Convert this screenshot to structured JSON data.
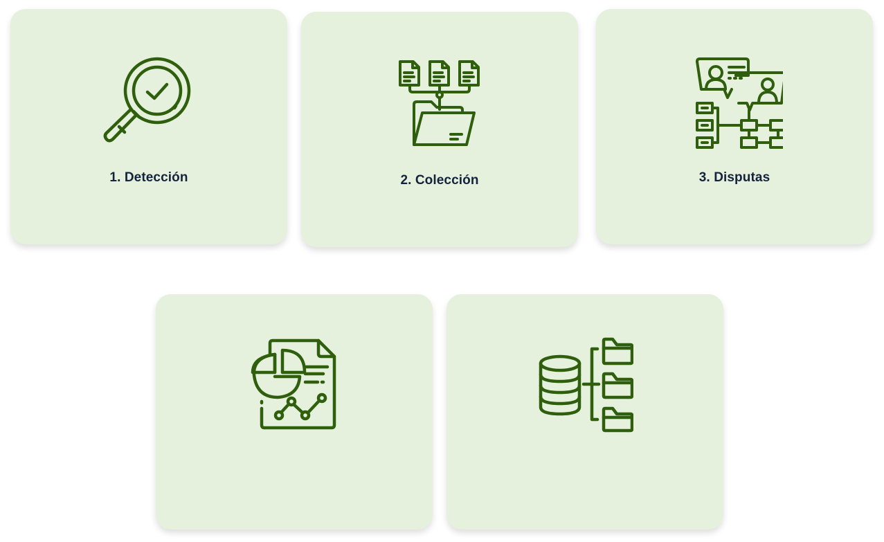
{
  "steps": [
    {
      "number": "1.",
      "title": "Detección",
      "label": "1. Detección",
      "icon": "magnifier-check-icon"
    },
    {
      "number": "2.",
      "title": "Colección",
      "label": "2. Colección",
      "icon": "documents-to-folder-icon"
    },
    {
      "number": "3.",
      "title": "Disputas",
      "label": "3. Disputas",
      "icon": "profiles-hierarchy-icon"
    },
    {
      "number": "",
      "title": "",
      "label": "",
      "icon": "report-chart-icon"
    },
    {
      "number": "",
      "title": "",
      "label": "",
      "icon": "database-folders-icon"
    }
  ],
  "colors": {
    "card_background": "#e5f1dc",
    "icon_stroke": "#2f5f0d",
    "label_text": "#14233c",
    "page_background": "#ffffff"
  }
}
